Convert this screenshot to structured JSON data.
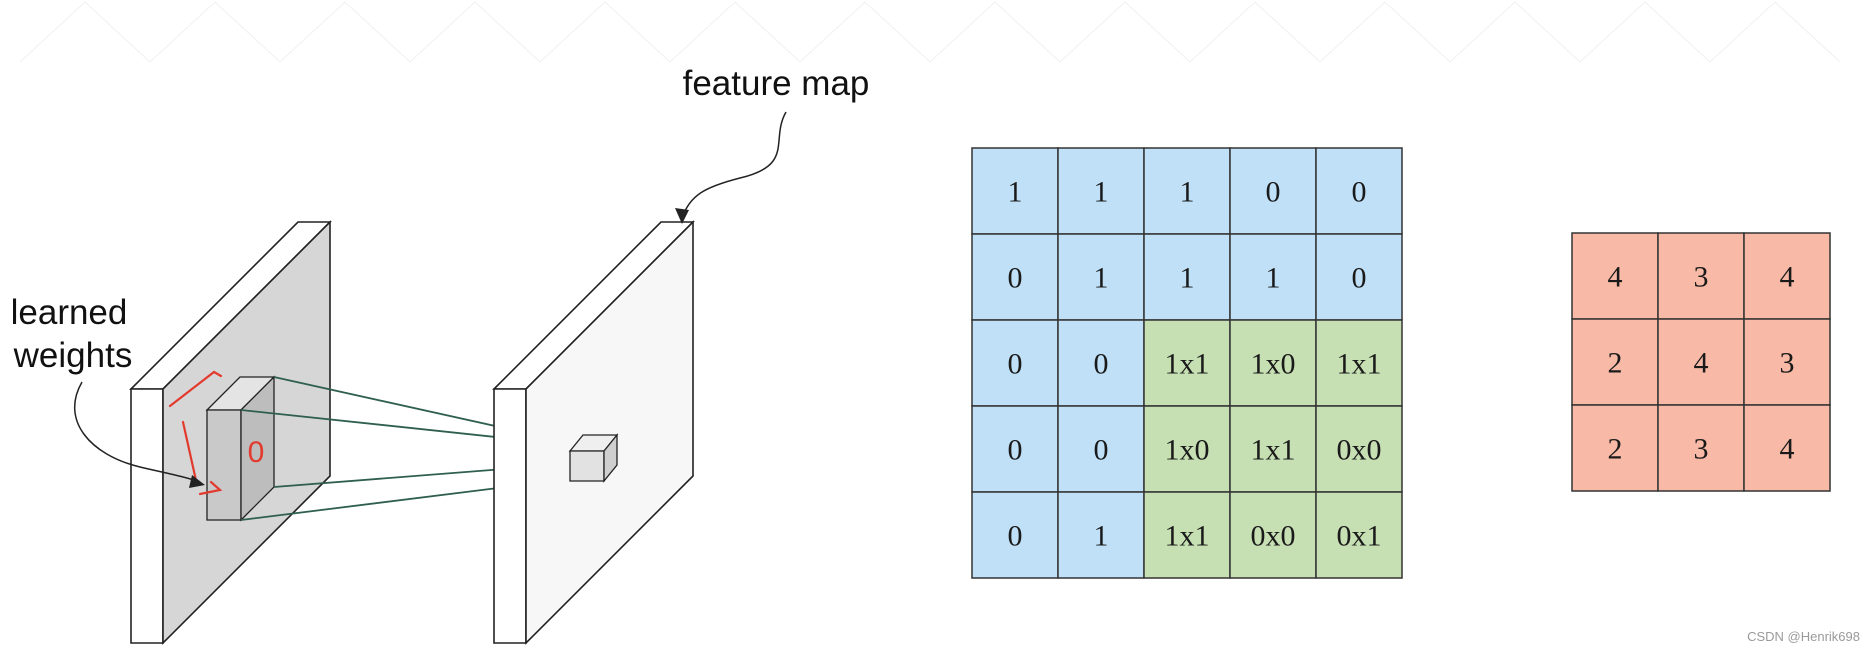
{
  "labels": {
    "feature_map": "feature map",
    "learned_weights_line1": "learned",
    "learned_weights_line2": "weights",
    "handwritten_digit": "0"
  },
  "input_grid": {
    "rows": [
      [
        {
          "text": "1",
          "kernel": false
        },
        {
          "text": "1",
          "kernel": false
        },
        {
          "text": "1",
          "kernel": false
        },
        {
          "text": "0",
          "kernel": false
        },
        {
          "text": "0",
          "kernel": false
        }
      ],
      [
        {
          "text": "0",
          "kernel": false
        },
        {
          "text": "1",
          "kernel": false
        },
        {
          "text": "1",
          "kernel": false
        },
        {
          "text": "1",
          "kernel": false
        },
        {
          "text": "0",
          "kernel": false
        }
      ],
      [
        {
          "text": "0",
          "kernel": false
        },
        {
          "text": "0",
          "kernel": false
        },
        {
          "text": "1x1",
          "kernel": true
        },
        {
          "text": "1x0",
          "kernel": true
        },
        {
          "text": "1x1",
          "kernel": true
        }
      ],
      [
        {
          "text": "0",
          "kernel": false
        },
        {
          "text": "0",
          "kernel": false
        },
        {
          "text": "1x0",
          "kernel": true
        },
        {
          "text": "1x1",
          "kernel": true
        },
        {
          "text": "0x0",
          "kernel": true
        }
      ],
      [
        {
          "text": "0",
          "kernel": false
        },
        {
          "text": "1",
          "kernel": false
        },
        {
          "text": "1x1",
          "kernel": true
        },
        {
          "text": "0x0",
          "kernel": true
        },
        {
          "text": "0x1",
          "kernel": true
        }
      ]
    ]
  },
  "output_grid": {
    "rows": [
      [
        "4",
        "3",
        "4"
      ],
      [
        "2",
        "4",
        "3"
      ],
      [
        "2",
        "3",
        "4"
      ]
    ]
  },
  "colors": {
    "input_cell": "#bfe0f7",
    "kernel_cell": "#c6e0b4",
    "output_cell": "#f8b9a6",
    "grid_line": "#333333",
    "input_panel": "#d6d6d6",
    "output_panel": "#f7f7f7",
    "projection_line": "#2f5f4f",
    "annotation_red": "#e23b2e"
  },
  "watermark": "CSDN @Henrik698"
}
